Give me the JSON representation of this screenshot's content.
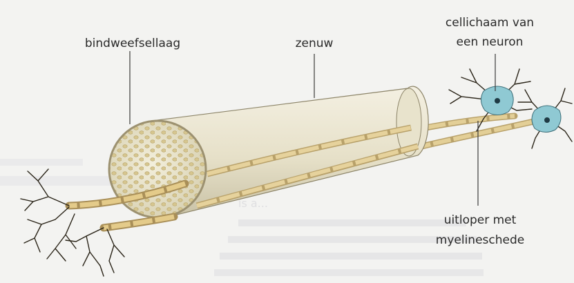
{
  "labels": {
    "connective_tissue": "bindweefsellaag",
    "nerve": "zenuw",
    "cell_body_line1": "cellichaam van",
    "cell_body_line2": "een neuron",
    "axon_line1": "uitloper met",
    "axon_line2": "myelineschede"
  },
  "colors": {
    "nerve_body": "#ece7d5",
    "nerve_shadow": "#c9c2a8",
    "myelin": "#dcc690",
    "neuron_body": "#8fc9d3",
    "neuron_nucleus": "#1f3a44",
    "leader_line": "#3a3a3a"
  }
}
